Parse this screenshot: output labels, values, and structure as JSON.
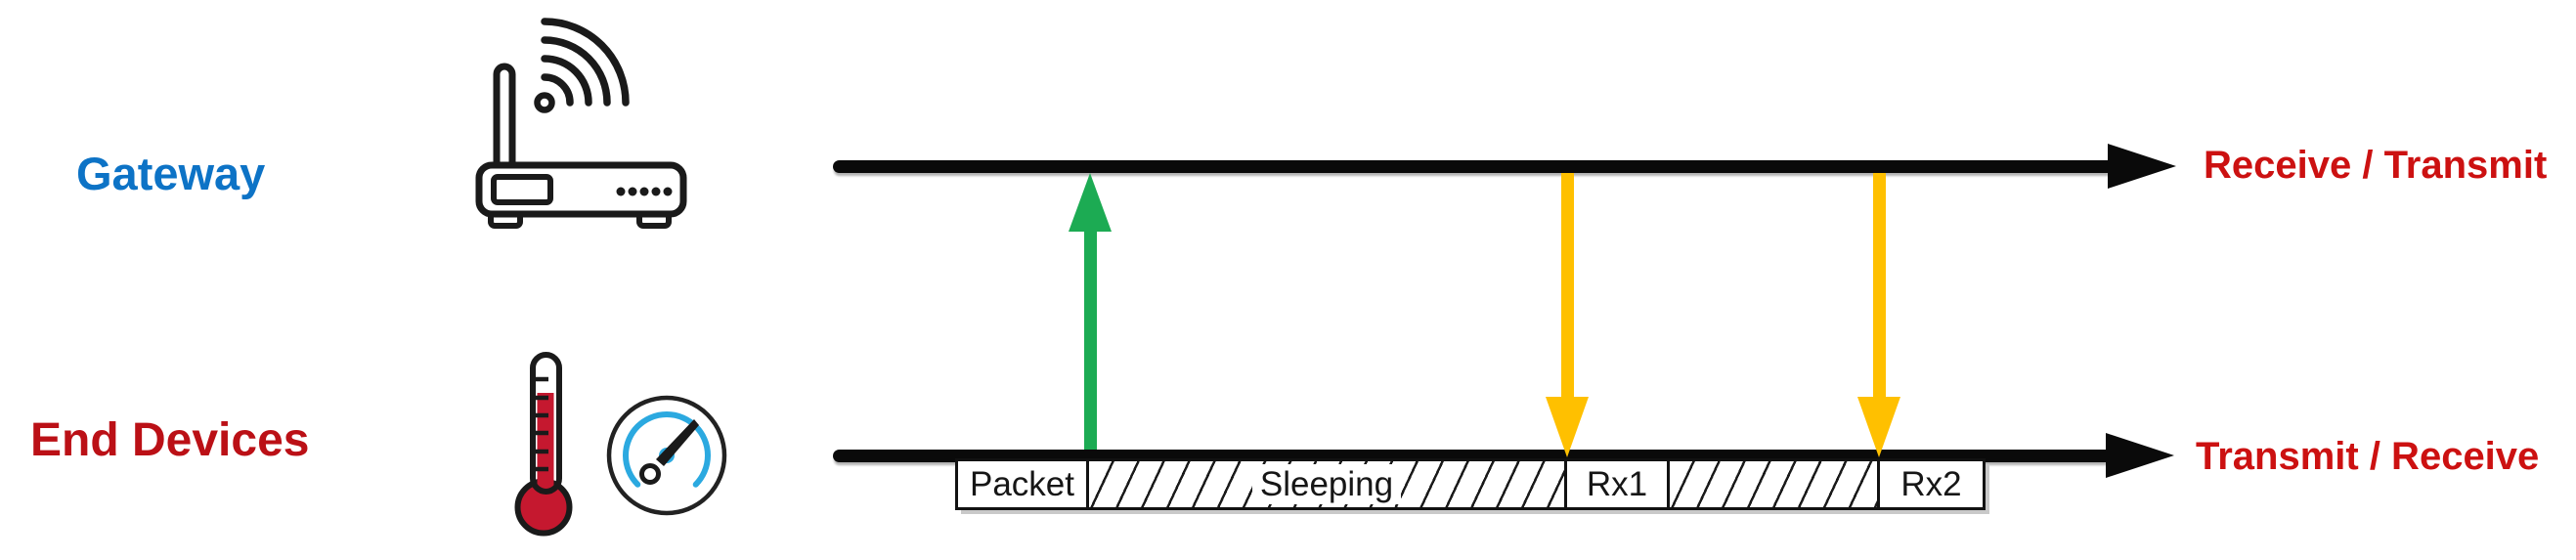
{
  "timeline_diagram": {
    "title": "LoRa Class A uplink and receive windows timing diagram",
    "gateway": {
      "label": "Gateway",
      "line_label": "Receive / Transmit"
    },
    "end_devices": {
      "label": "End Devices",
      "line_label": "Transmit / Receive"
    },
    "slots": [
      {
        "id": "packet",
        "label": "Packet",
        "style": "solid"
      },
      {
        "id": "sleeping",
        "label": "Sleeping",
        "style": "hatched"
      },
      {
        "id": "rx1",
        "label": "Rx1",
        "style": "solid"
      },
      {
        "id": "sleeping2",
        "label": "",
        "style": "hatched"
      },
      {
        "id": "rx2",
        "label": "Rx2",
        "style": "solid"
      }
    ],
    "arrows": [
      {
        "id": "uplink-packet",
        "direction": "up",
        "color_key": "uplink_green"
      },
      {
        "id": "downlink-rx1",
        "direction": "down",
        "color_key": "downlink_yellow"
      },
      {
        "id": "downlink-rx2",
        "direction": "down",
        "color_key": "downlink_yellow"
      }
    ],
    "icons": [
      "wifi-router-icon",
      "thermometer-icon",
      "gauge-icon"
    ]
  },
  "colors": {
    "gateway_label_blue": "#0d73c6",
    "device_label_red": "#bb1016",
    "timeline_label_red": "#cc1111",
    "uplink_green": "#1cab53",
    "downlink_yellow": "#ffc000",
    "line_black": "#0a0a0a",
    "gauge_blue": "#2ba9e0",
    "thermo_red": "#c5182f"
  }
}
